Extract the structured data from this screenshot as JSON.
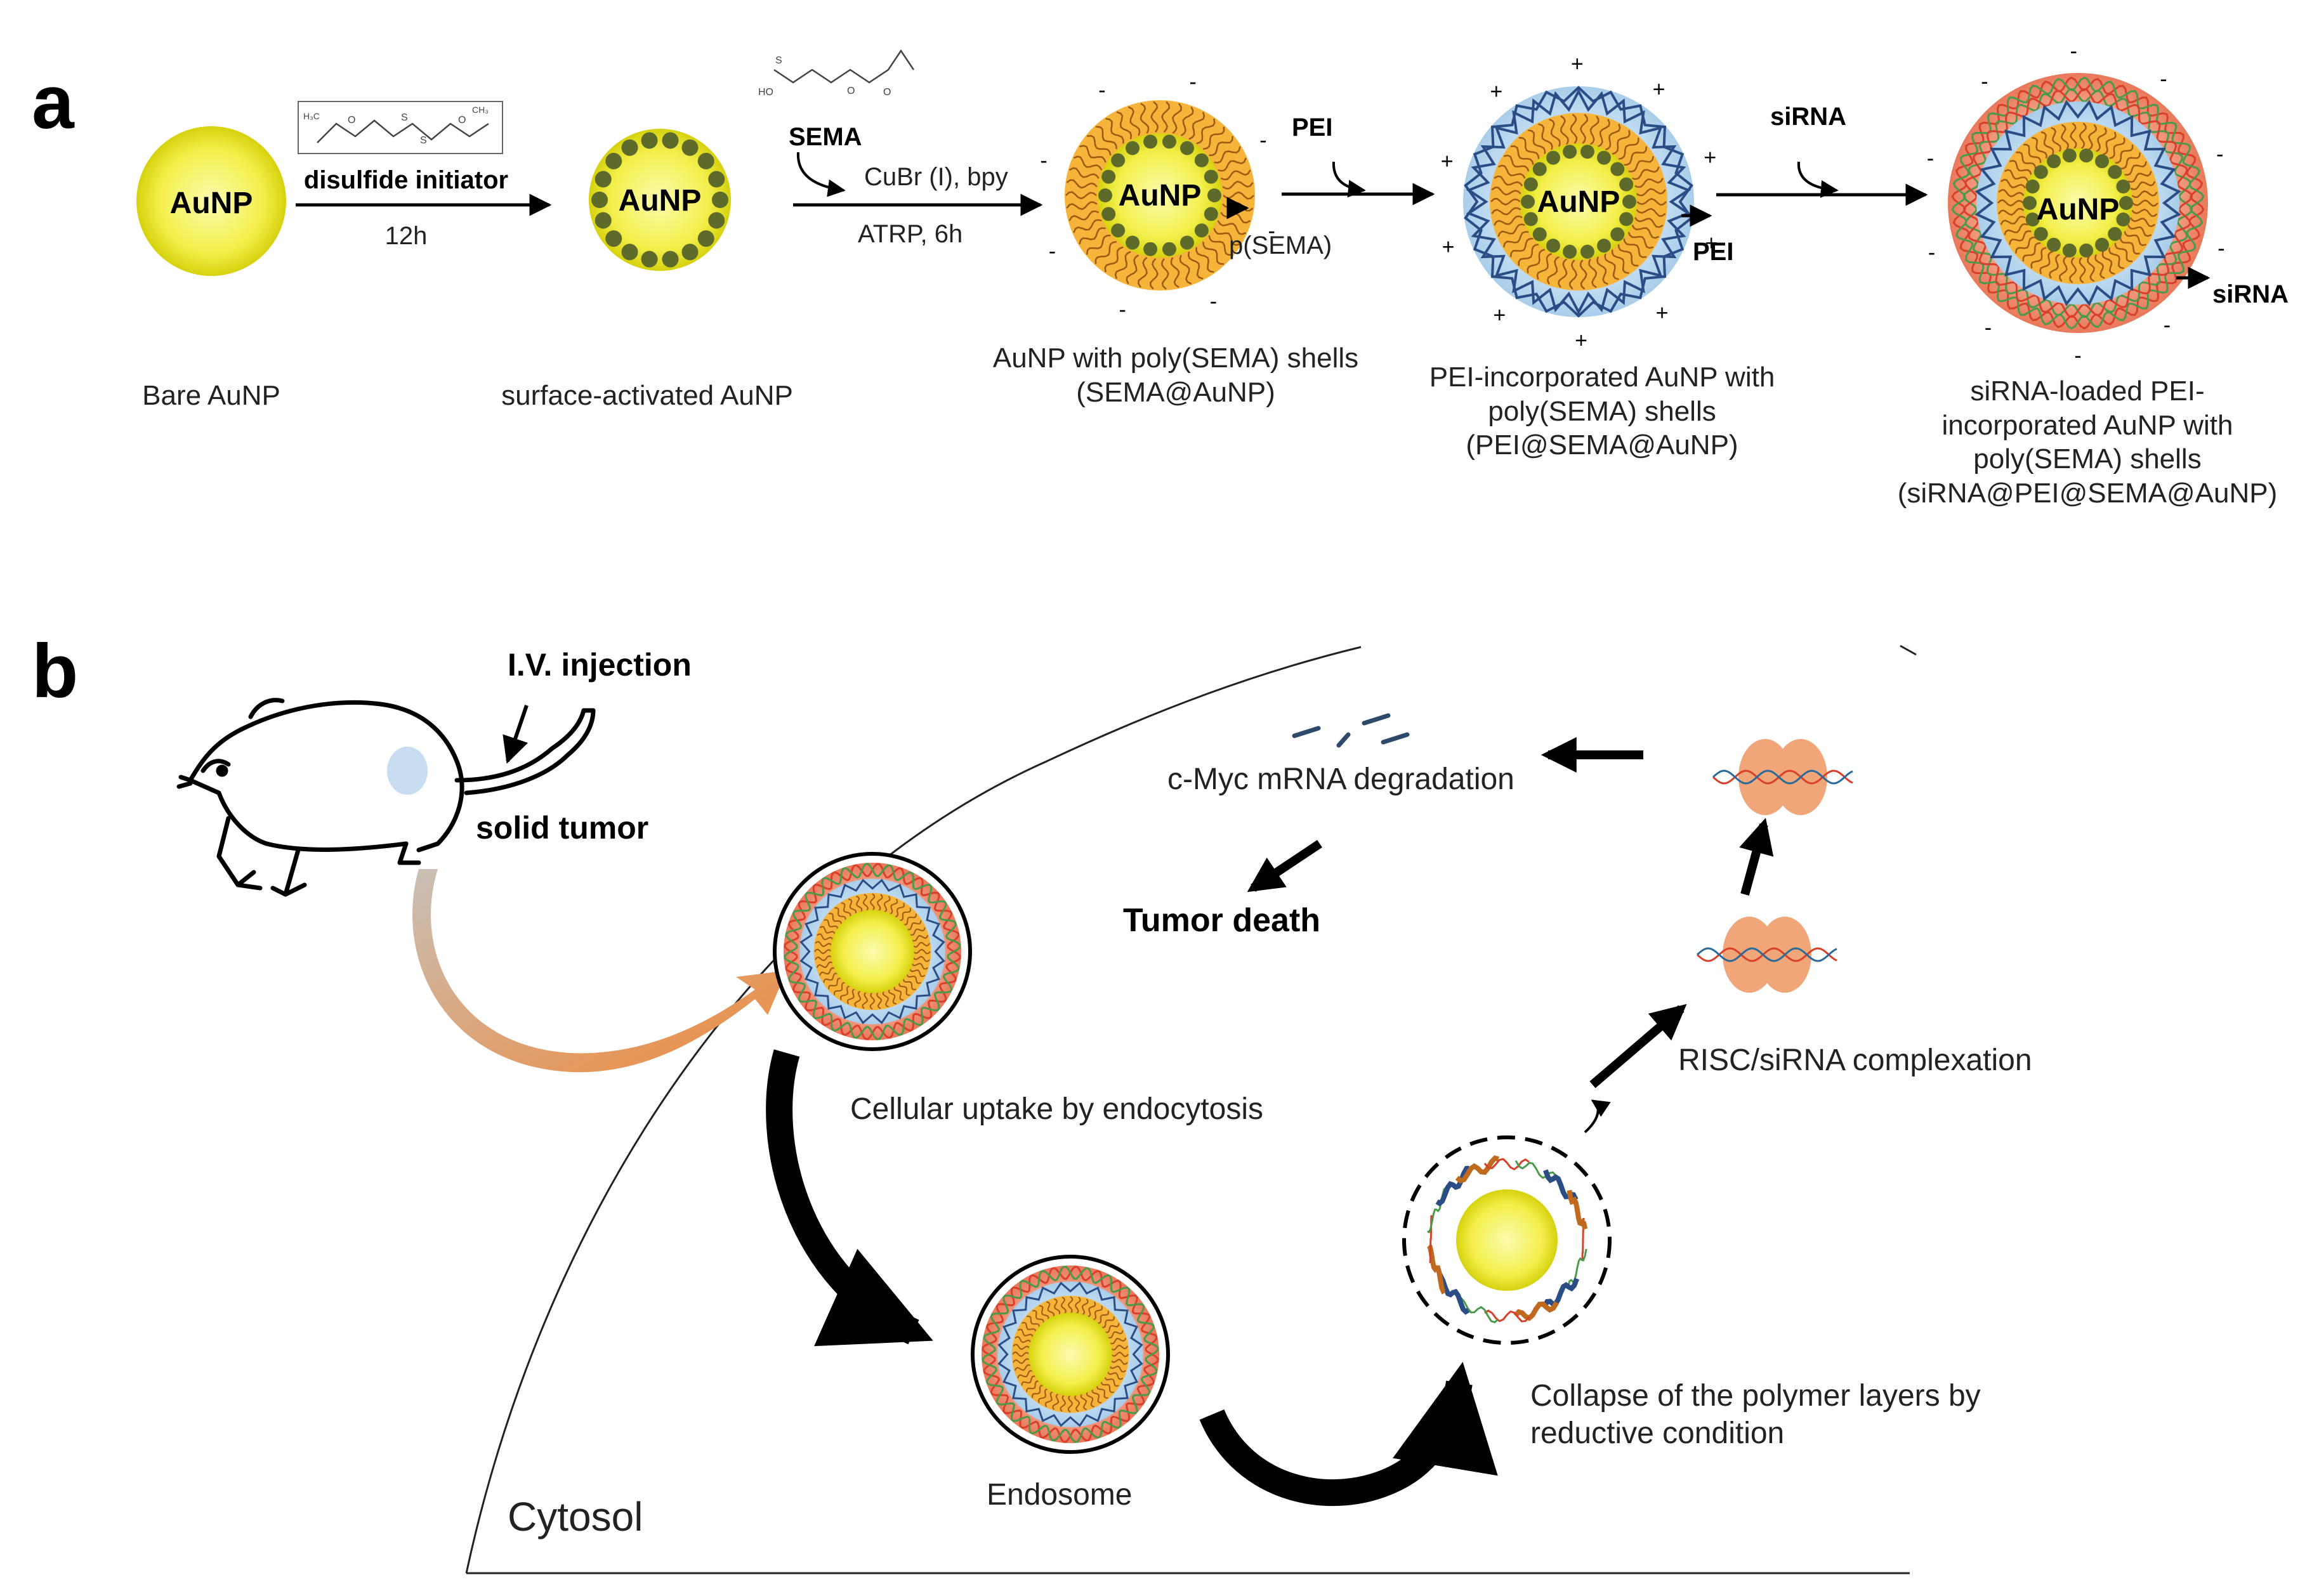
{
  "panel_a": {
    "letter": "a",
    "core_label": "AuNP",
    "step1_top": "disulfide initiator",
    "step1_bottom": "12h",
    "step2_reagent": "SEMA",
    "step2_top": "CuBr (I), bpy",
    "step2_bottom": "ATRP, 6h",
    "step3_reagent": "PEI",
    "step4_reagent": "siRNA",
    "shell_psema": "p(SEMA)",
    "shell_pei": "PEI",
    "shell_sirna": "siRNA",
    "caption1": "Bare AuNP",
    "caption2": "surface-activated AuNP",
    "caption3": [
      "AuNP with poly(SEMA) shells",
      "(SEMA@AuNP)"
    ],
    "caption4": [
      "PEI-incorporated AuNP with",
      "poly(SEMA) shells",
      "(PEI@SEMA@AuNP)"
    ],
    "caption5": [
      "siRNA-loaded PEI-",
      "incorporated AuNP with",
      "poly(SEMA) shells",
      "(siRNA@PEI@SEMA@AuNP)"
    ]
  },
  "panel_b": {
    "letter": "b",
    "iv_injection": "I.V. injection",
    "solid_tumor": "solid tumor",
    "uptake": "Cellular uptake by endocytosis",
    "endosome": "Endosome",
    "collapse": [
      "Collapse of the polymer layers by",
      "reductive condition"
    ],
    "risc": "RISC/siRNA complexation",
    "degradation": "c-Myc mRNA  degradation",
    "tumor_death": "Tumor death",
    "cytosol": "Cytosol"
  },
  "colors": {
    "gold_light": "#fcfbb0",
    "gold_dark": "#d6d20e",
    "initiator_dot": "#5e6a2a",
    "psema_shell": "#f7b43a",
    "pei_shell": "#b9d9f0",
    "pei_strand": "#2a4d86",
    "sirna_shell": "#ee8e6e",
    "risc": "#f0a678",
    "uptake_arrow": "#ef8a3c"
  }
}
